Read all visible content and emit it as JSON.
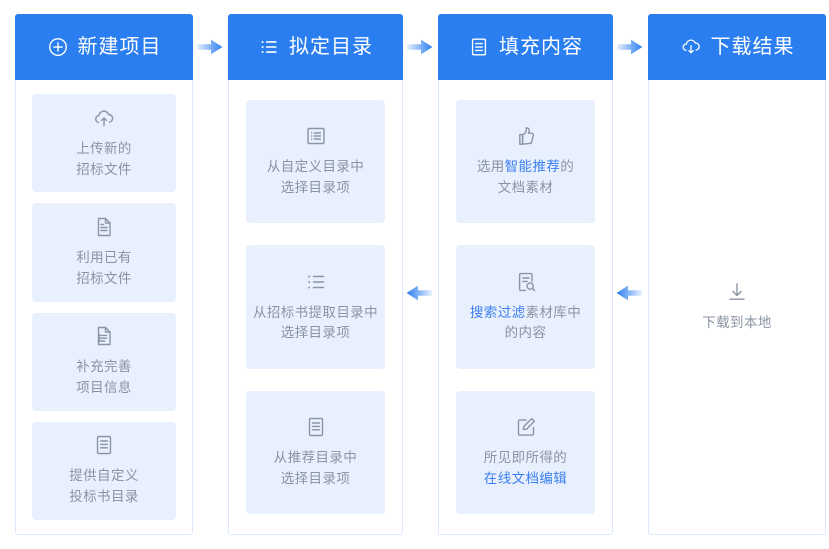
{
  "accent_color": "#2a7ef0",
  "card_bg_color": "#e9f0fd",
  "highlight_text_color": "#3a7ff0",
  "muted_text_color": "#8a93a4",
  "columns": [
    {
      "id": "new-project",
      "header": {
        "icon": "plus-circle-icon",
        "title": "新建项目"
      },
      "cards": [
        {
          "icon": "cloud-upload-icon",
          "lines": [
            {
              "text": "上传新的"
            },
            {
              "text": "招标文件"
            }
          ]
        },
        {
          "icon": "document-icon",
          "lines": [
            {
              "text": "利用已有"
            },
            {
              "text": "招标文件"
            }
          ]
        },
        {
          "icon": "document-list-icon",
          "lines": [
            {
              "text": "补充完善"
            },
            {
              "text": "项目信息"
            }
          ]
        },
        {
          "icon": "document-lines-icon",
          "lines": [
            {
              "text": "提供自定义"
            },
            {
              "text": "投标书目录"
            }
          ]
        }
      ]
    },
    {
      "id": "draft-catalog",
      "header": {
        "icon": "ordered-list-icon",
        "title": "拟定目录"
      },
      "cards": [
        {
          "icon": "list-box-icon",
          "lines": [
            {
              "text": "从自定义目录中"
            },
            {
              "text": "选择目录项"
            }
          ]
        },
        {
          "icon": "bullet-list-icon",
          "lines": [
            {
              "text": "从招标书提取目录中"
            },
            {
              "text": "选择目录项"
            }
          ]
        },
        {
          "icon": "document-lines-icon",
          "lines": [
            {
              "text": "从推荐目录中"
            },
            {
              "text": "选择目录项"
            }
          ]
        }
      ]
    },
    {
      "id": "fill-content",
      "header": {
        "icon": "document-text-icon",
        "title": "填充内容"
      },
      "cards": [
        {
          "icon": "thumbs-up-icon",
          "lines": [
            {
              "segments": [
                {
                  "text": "选用"
                },
                {
                  "text": "智能推荐",
                  "highlight": true
                },
                {
                  "text": "的"
                }
              ]
            },
            {
              "text": "文档素材"
            }
          ]
        },
        {
          "icon": "document-search-icon",
          "lines": [
            {
              "segments": [
                {
                  "text": "搜索过滤",
                  "highlight": true
                },
                {
                  "text": "素材库中"
                }
              ]
            },
            {
              "text": "的内容"
            }
          ]
        },
        {
          "icon": "edit-square-icon",
          "lines": [
            {
              "text": "所见即所得的"
            },
            {
              "segments": [
                {
                  "text": "在线文档编辑",
                  "highlight": true
                }
              ]
            }
          ]
        }
      ]
    },
    {
      "id": "download-result",
      "header": {
        "icon": "cloud-download-icon",
        "title": "下载结果"
      },
      "cards": [
        {
          "icon": "download-arrow-icon",
          "plain": true,
          "lines": [
            {
              "text": "下载到本地"
            }
          ]
        }
      ]
    }
  ],
  "arrows": [
    {
      "id": "arrow-col1-to-col2",
      "direction": "right"
    },
    {
      "id": "arrow-col2-to-col3",
      "direction": "right"
    },
    {
      "id": "arrow-col3-to-col4",
      "direction": "right"
    },
    {
      "id": "arrow-col3-to-col2",
      "direction": "left"
    },
    {
      "id": "arrow-col4-to-col3",
      "direction": "left"
    }
  ]
}
